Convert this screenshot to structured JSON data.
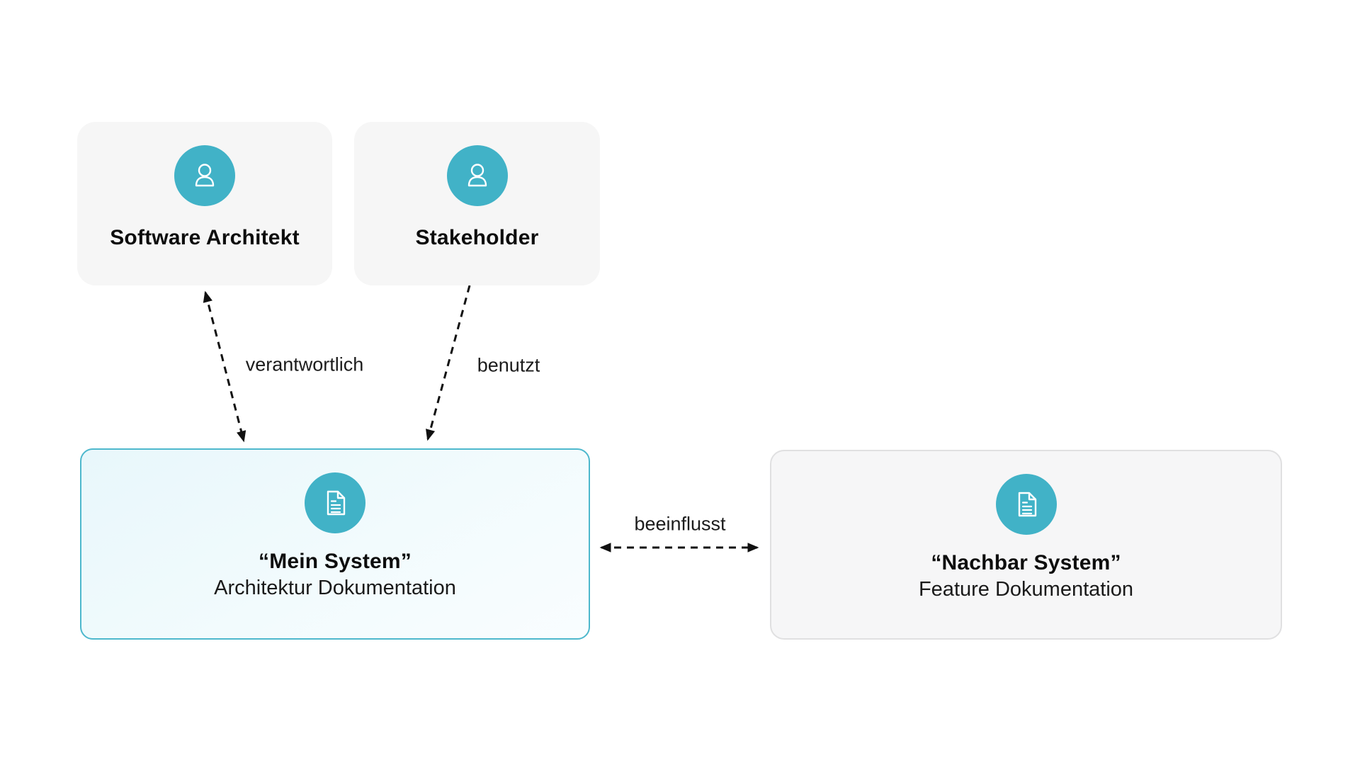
{
  "diagram": {
    "background": "#ffffff",
    "accent_teal": "#41b2c7",
    "arrow_color": "#111111",
    "actors": [
      {
        "label": "Software Architekt",
        "icon": "person-icon"
      },
      {
        "label": "Stakeholder",
        "icon": "person-icon"
      }
    ],
    "systems": [
      {
        "title": "“Mein System”",
        "subtitle": "Architektur Dokumentation",
        "icon": "document-icon",
        "highlighted": true,
        "border_color": "#4eb8cd"
      },
      {
        "title": "“Nachbar System”",
        "subtitle": "Feature Dokumentation",
        "icon": "document-icon",
        "highlighted": false,
        "border_color": "#e0e0e1"
      }
    ],
    "relations": [
      {
        "label": "verantwortlich",
        "from": "Mein System",
        "to": "Software Architekt",
        "arrows": "both"
      },
      {
        "label": "benutzt",
        "from": "Stakeholder",
        "to": "Mein System",
        "arrows": "to"
      },
      {
        "label": "beeinflusst",
        "from": "Mein System",
        "to": "Nachbar System",
        "arrows": "both"
      }
    ]
  }
}
